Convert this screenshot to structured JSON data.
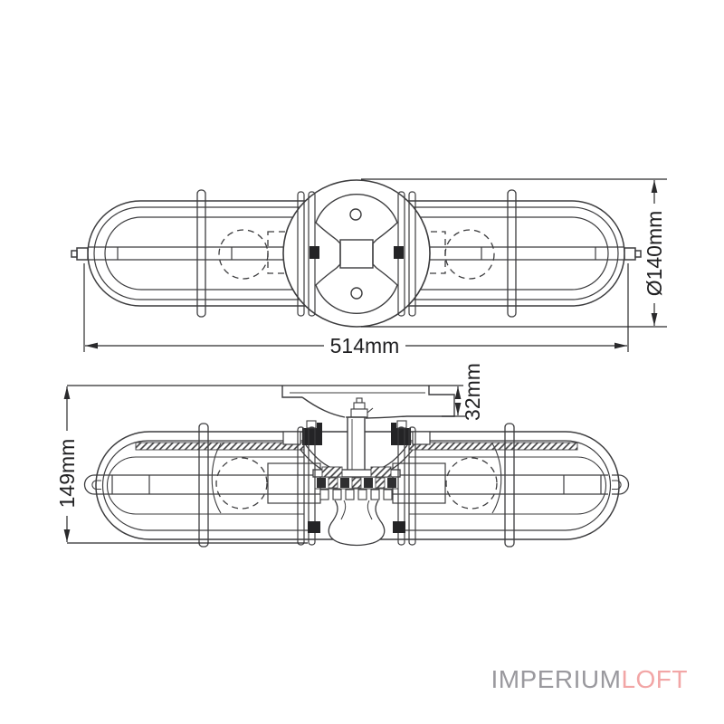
{
  "drawing": {
    "title": "double-cage-wall-lamp-dimension-drawing",
    "dimensions": {
      "overall_width": "514mm",
      "shade_diameter": "Ø140mm",
      "overall_height": "149mm",
      "canopy_height": "32mm"
    },
    "logo": {
      "part1": "IMPERIUM",
      "part2": "LOFT"
    },
    "colors": {
      "background": "#ffffff",
      "line": "#3c3c3e",
      "dim_text": "#1f1f21",
      "logo_gray": "#9a999e",
      "logo_pink": "#f2a6a6"
    }
  }
}
